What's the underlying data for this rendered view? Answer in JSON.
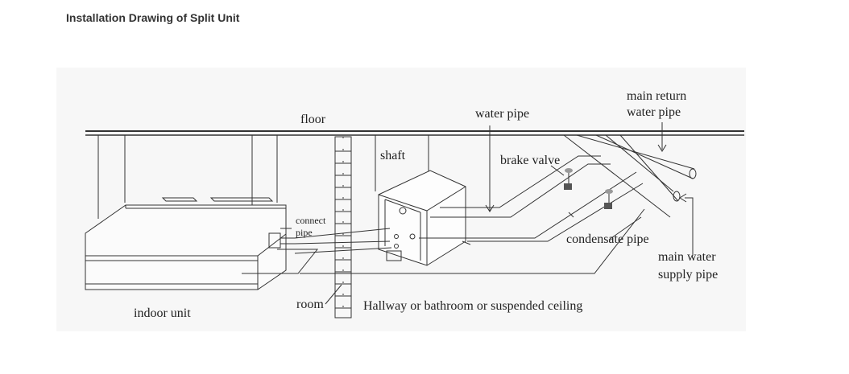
{
  "page": {
    "title": "Installation Drawing of Split Unit"
  },
  "labels": {
    "floor": "floor",
    "water_pipe": "water pipe",
    "main_return_line1": "main return",
    "main_return_line2": "water pipe",
    "shaft": "shaft",
    "brake_valve": "brake valve",
    "connect_line1": "connect",
    "connect_line2": "pipe",
    "condensate_pipe": "condensate pipe",
    "main_water_line1": "main water",
    "main_water_line2": "supply pipe",
    "room": "room",
    "hallway": "Hallway or bathroom or suspended ceiling",
    "indoor_unit": "indoor unit"
  },
  "colors": {
    "line": "#333333",
    "background": "#f7f7f7",
    "title": "#333333"
  }
}
